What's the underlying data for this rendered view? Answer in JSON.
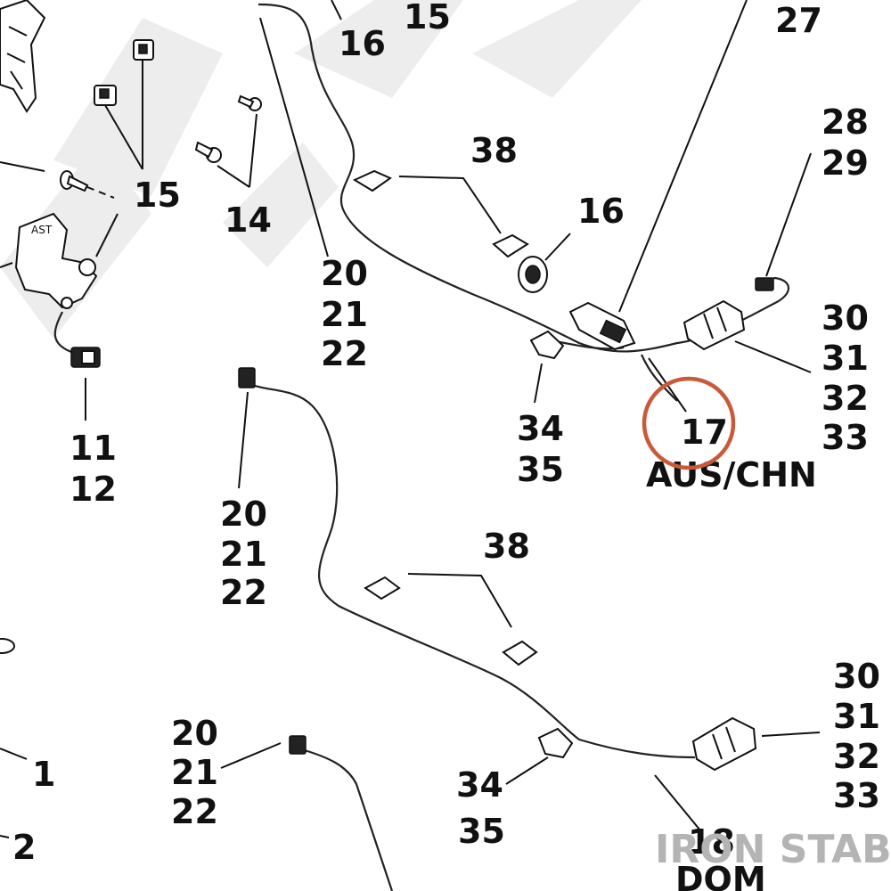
{
  "callouts": {
    "c27": "27",
    "c15_top": "15",
    "c16_top": "16",
    "c38_top": "38",
    "c16_mid": "16",
    "c28": "28",
    "c29": "29",
    "c15_left": "15",
    "c14": "14",
    "c20_top": "20",
    "c21_top": "21",
    "c22_top": "22",
    "c30_top": "30",
    "c31_top": "31",
    "c32_top": "32",
    "c33_top": "33",
    "c34_top": "34",
    "c35_top": "35",
    "c17": "17",
    "aus_chn": "AUS/CHN",
    "c11": "11",
    "c12": "12",
    "c20_mid": "20",
    "c21_mid": "21",
    "c22_mid": "22",
    "c38_bot": "38",
    "c30_bot": "30",
    "c31_bot": "31",
    "c32_bot": "32",
    "c33_bot": "33",
    "c20_bot": "20",
    "c21_bot": "21",
    "c22_bot": "22",
    "c34_bot": "34",
    "c35_bot": "35",
    "c1": "1",
    "c2": "2",
    "c18": "18",
    "dom": "DOM"
  },
  "watermark": {
    "text": "IRON STABLE",
    "color": "#b4b4b4"
  },
  "highlight": {
    "target": "17",
    "color": "#c85a3a"
  }
}
